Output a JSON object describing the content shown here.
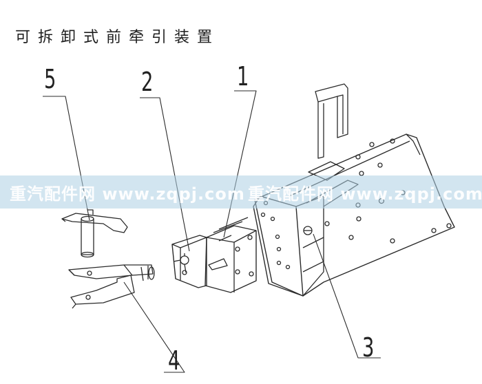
{
  "title": "可拆卸式前牵引装置",
  "watermark": {
    "text_1": "重汽配件网 www.zqpj.com",
    "text_2": "重汽配件网 www.zqpj.com"
  },
  "callouts": [
    {
      "id": "5",
      "label": "5"
    },
    {
      "id": "2",
      "label": "2"
    },
    {
      "id": "1",
      "label": "1"
    },
    {
      "id": "3",
      "label": "3"
    },
    {
      "id": "4",
      "label": "4"
    }
  ],
  "parts": {
    "1": "tow-hook-housing",
    "2": "tow-pin-bracket",
    "3": "frame-mounting-plate",
    "4": "clevis-fork",
    "5": "locking-pin-clip"
  },
  "colors": {
    "line": "#2a2a2a",
    "watermark_band": "#add0e4"
  }
}
